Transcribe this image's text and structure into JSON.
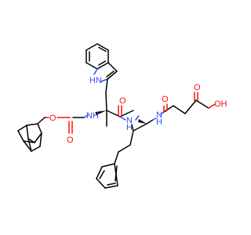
{
  "molecule": {
    "atom_labels": {
      "indole_nh": "HN",
      "carbamate_o_ester": "O",
      "carbamate_o_carbonyl": "O",
      "carbamate_nh": "NH",
      "amide_o": "O",
      "amide_nh": "N",
      "amide_h": "H",
      "succinyl_nh": "N",
      "succinyl_h": "H",
      "ketone_o": "O",
      "acid_o_carbonyl": "O",
      "acid_oh": "OH"
    },
    "colors": {
      "carbon_bond": "#000000",
      "oxygen": "#ff0d0d",
      "nitrogen": "#3050f8",
      "background": "#ffffff"
    }
  }
}
